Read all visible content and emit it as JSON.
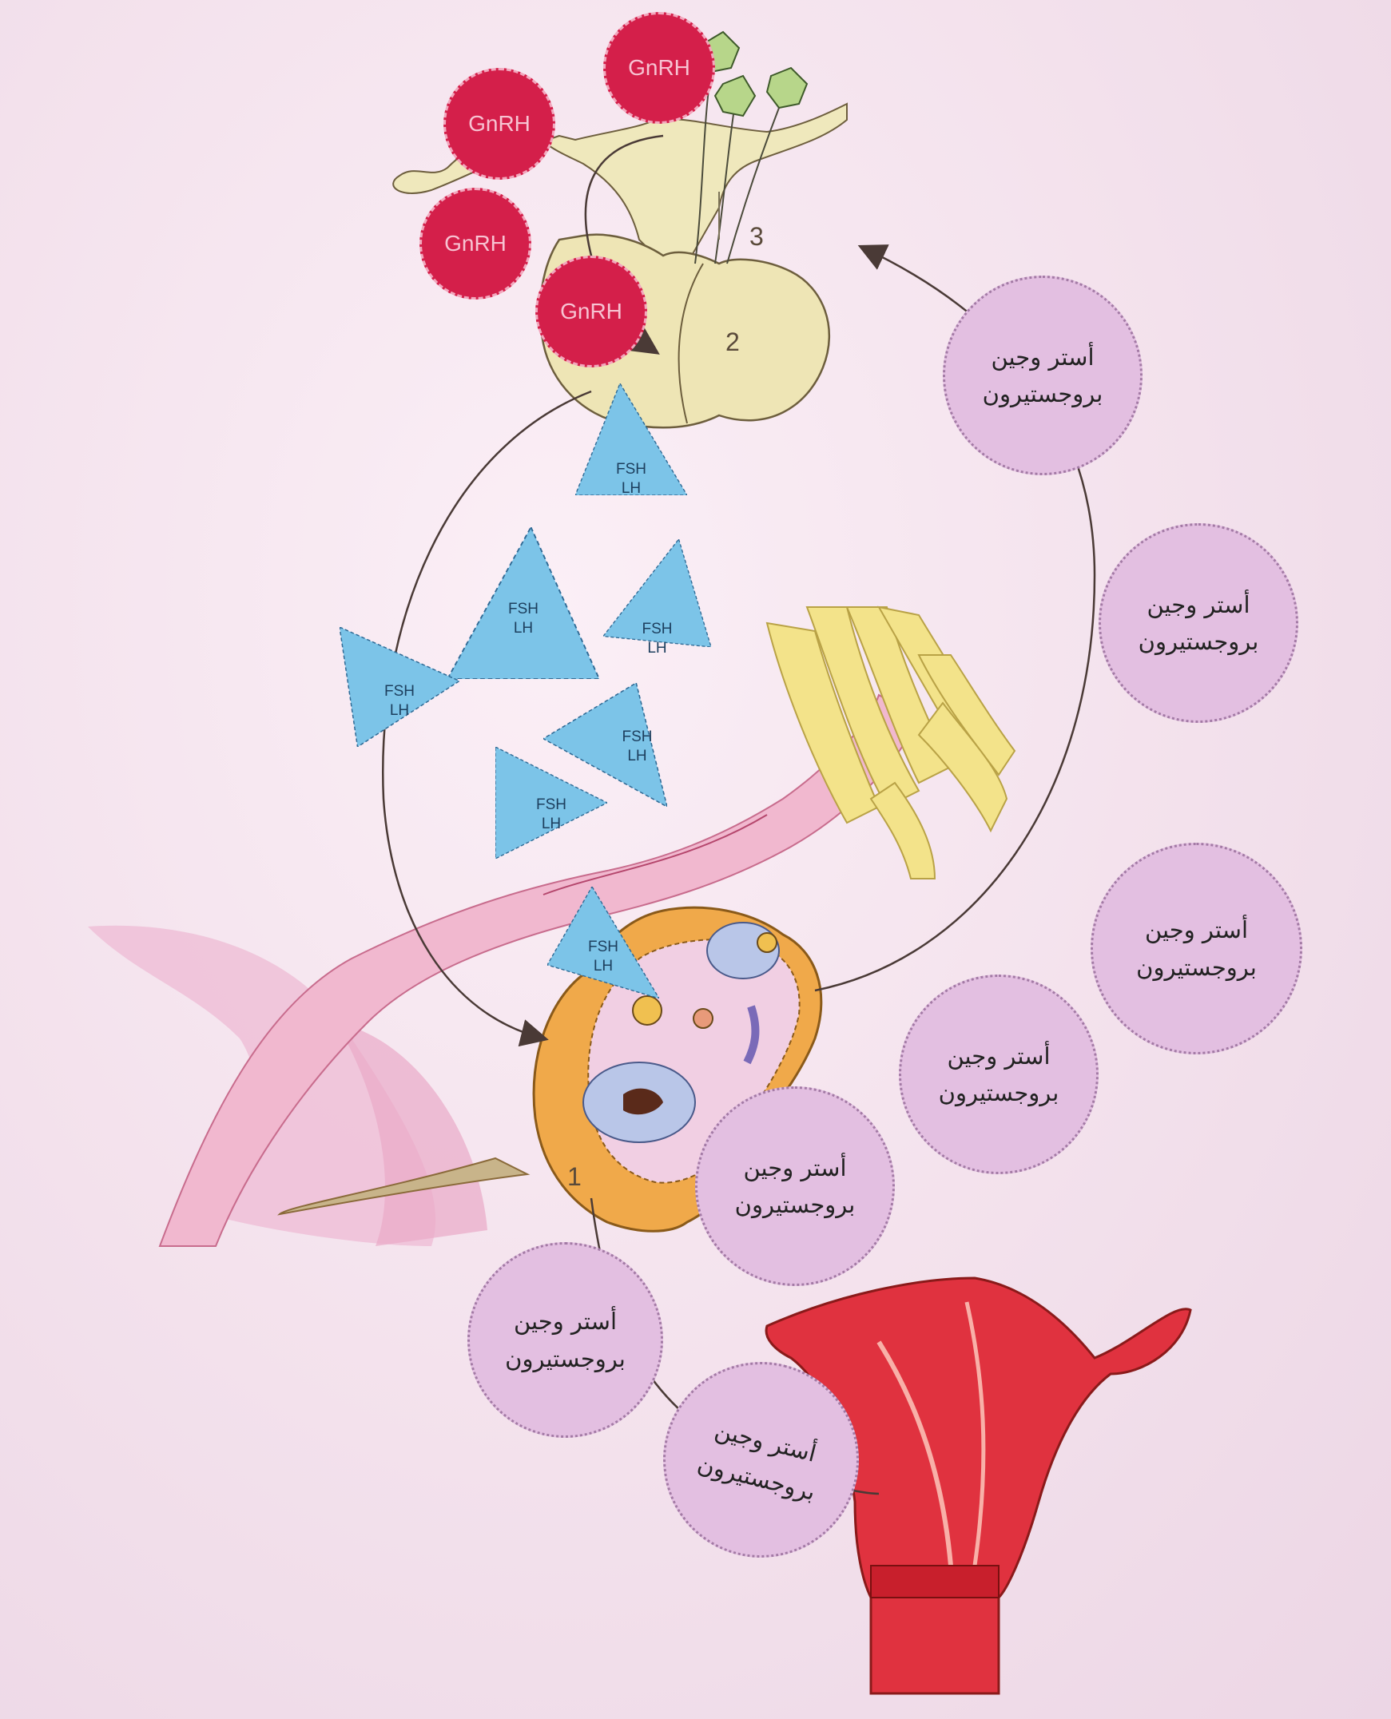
{
  "labels": {
    "gnrh": [
      "GnRH",
      "GnRH",
      "GnRH",
      "GnRH"
    ],
    "triangles": [
      {
        "line1": "FSH",
        "line2": "LH"
      },
      {
        "line1": "FSH",
        "line2": "LH"
      },
      {
        "line1": "FSH",
        "line2": "LH"
      },
      {
        "line1": "FSH",
        "line2": "LH"
      },
      {
        "line1": "FSH",
        "line2": "LH"
      },
      {
        "line1": "FSH",
        "line2": "LH"
      },
      {
        "line1": "FSH",
        "line2": "LH"
      }
    ],
    "hormones": [
      {
        "line1": "أستر وجين",
        "line2": "بروجستيرون"
      },
      {
        "line1": "أستر وجين",
        "line2": "بروجستيرون"
      },
      {
        "line1": "أستر وجين",
        "line2": "بروجستيرون"
      },
      {
        "line1": "أستر وجين",
        "line2": "بروجستيرون"
      },
      {
        "line1": "أستر وجين",
        "line2": "بروجستيرون"
      },
      {
        "line1": "أستر وجين",
        "line2": "بروجستيرون"
      },
      {
        "line1": "أستر وجين",
        "line2": "بروجستيرون"
      }
    ],
    "numbers": [
      "1",
      "2",
      "3"
    ]
  },
  "colors": {
    "gnrh_fill": "#d41f4a",
    "triangle_fill": "#7cc4e8",
    "hormone_fill": "#e3bfe1",
    "pituitary": "#ede4b4",
    "uterus": "#e0323f",
    "ovary": "#f0a94a"
  }
}
